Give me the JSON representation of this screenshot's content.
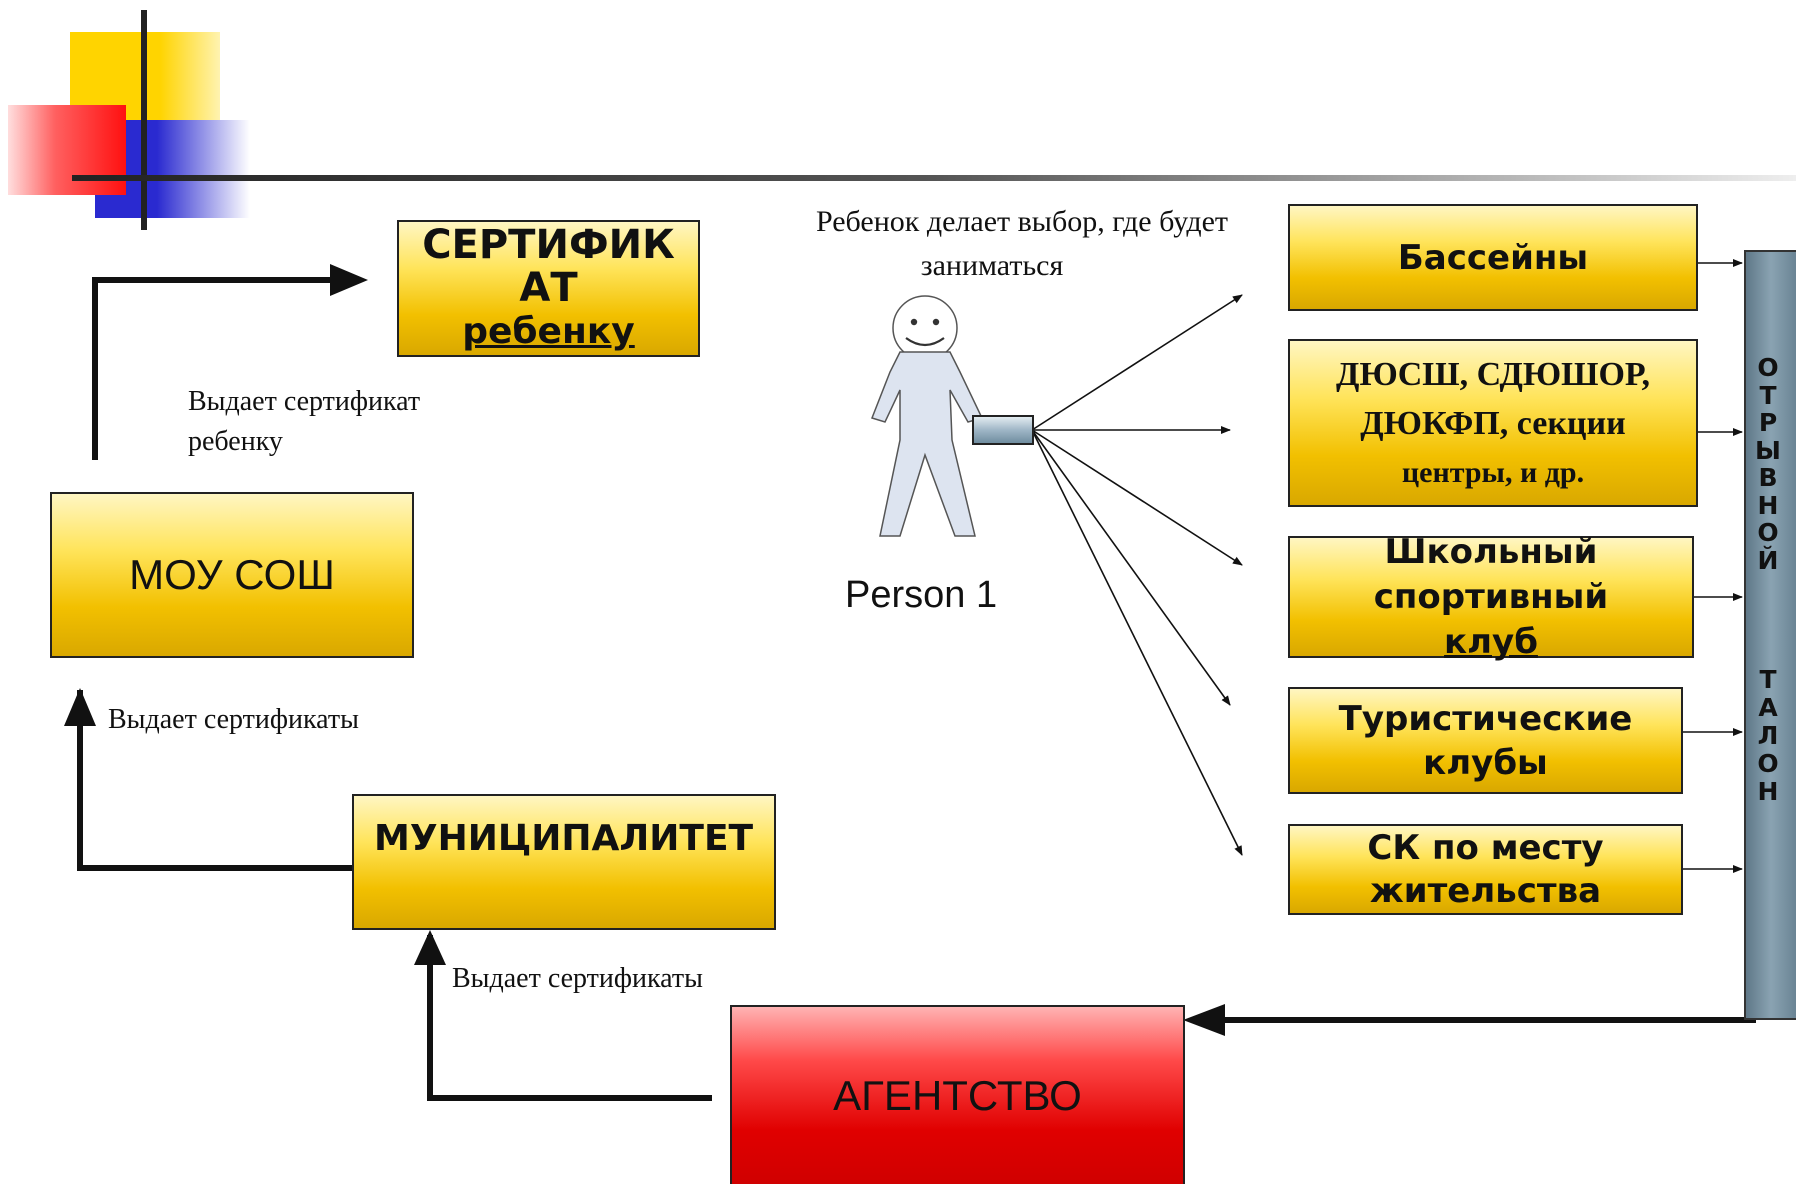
{
  "boxes": {
    "certificate": "СЕРТИФИК АТ ребенку",
    "certificate_line1": "СЕРТИФИК",
    "certificate_line2": "АТ",
    "certificate_line3": "ребенку",
    "school": "МОУ СОШ",
    "municipality": "МУНИЦИПАЛИТЕТ",
    "agency": "АГЕНТСТВО"
  },
  "labels": {
    "issues_certificate_child": "Выдает сертификат ребенку",
    "issues_certificate_line1": "Выдает сертификат",
    "issues_certificate_line2": "ребенку",
    "issues_certificates_1": "Выдает сертификаты",
    "issues_certificates_2": "Выдает сертификаты",
    "child_choice_line1": "Ребенок делает выбор, где будет",
    "child_choice_line2": "заниматься",
    "person_label": "Person 1"
  },
  "options": [
    {
      "lines": [
        "Бассейны"
      ]
    },
    {
      "lines": [
        "ДЮСШ, СДЮШОР,",
        "ДЮКФП, секции",
        "центры, и др."
      ]
    },
    {
      "lines": [
        "Школьный",
        "спортивный",
        "клуб"
      ]
    },
    {
      "lines": [
        "Туристические",
        "клубы"
      ]
    },
    {
      "lines": [
        "СК по месту",
        "жительства"
      ]
    }
  ],
  "tear_off": {
    "word1": [
      "О",
      "Т",
      "Р",
      "Ы",
      "В",
      "Н",
      "О",
      "Й"
    ],
    "word2": [
      "Т",
      "А",
      "Л",
      "О",
      "Н"
    ]
  },
  "colors": {
    "gold": "#ffd700",
    "red": "#e00000",
    "slate": "#6f8a9a"
  }
}
